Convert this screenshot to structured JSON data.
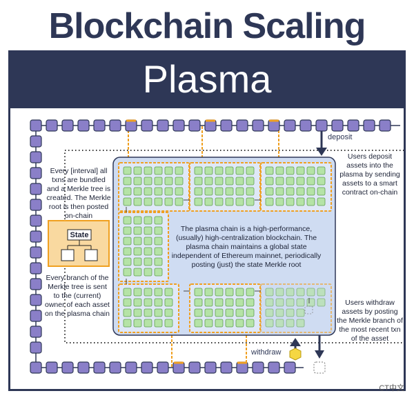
{
  "title": "Blockchain Scaling",
  "subtitle": "Plasma",
  "annotations": {
    "bundling": "Every [interval] all txns are bundled and a Merkle tree is created. The Merkle root is then posted on-chain",
    "branch": "Every branch of the Merkle tree is sent to the (current) owner of each asset on the plasma chain",
    "center": "The plasma chain is a high-performance, (usually) high-centralization blockchain. The plasma chain maintains a global state independent of Ethereum mainnet, periodically posting (just) the state Merkle root",
    "deposit_desc": "Users deposit assets into the plasma by sending assets to a smart contract on-chain",
    "withdraw_desc": "Users withdraw assets by posting the Merkle branch of the most recent txn of the asset"
  },
  "labels": {
    "deposit": "deposit",
    "withdraw": "withdraw",
    "state": "State"
  },
  "watermark": "CT中文",
  "colors": {
    "navy": "#2e3756",
    "chain_block": "#8a7fc8",
    "plasma_bg": "#cfdcf2",
    "orange": "#f0a020",
    "green_block": "#b5e3a6",
    "green_border": "#5f9e4e",
    "state_bg": "#f9d9a0"
  }
}
